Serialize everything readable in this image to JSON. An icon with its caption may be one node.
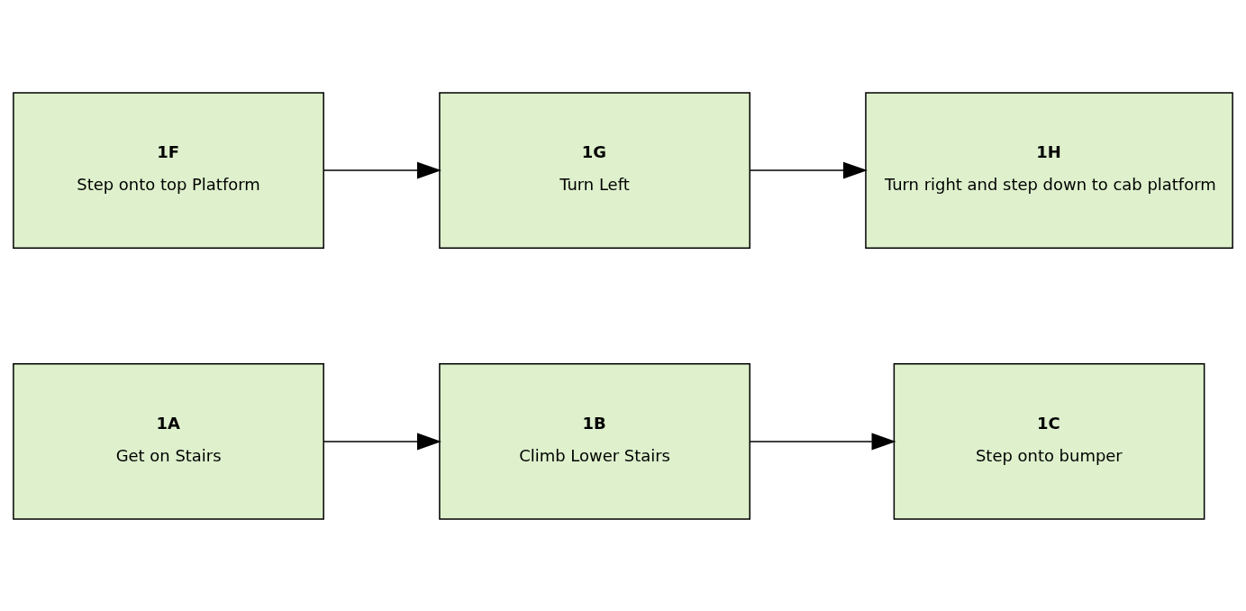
{
  "diagram": {
    "nodes": [
      {
        "text": [
          "1A",
          "Get on Stairs"
        ]
      },
      {
        "text": [
          "1B",
          "Climb Lower Stairs"
        ]
      },
      {
        "text": [
          "1C",
          "Step onto bumper"
        ]
      },
      {
        "text": [
          "1H",
          "Turn right and step down to cab platform"
        ]
      },
      {
        "text": [
          "1G",
          "Turn Left"
        ]
      },
      {
        "text": [
          "1F",
          "Step onto top Platform"
        ]
      }
    ],
    "edges": [
      {
        "from": 0,
        "to": 1,
        "arrow": "to"
      },
      {
        "from": 1,
        "to": 2,
        "arrow": "to"
      },
      {
        "from": 5,
        "to": 4,
        "arrow": "to"
      },
      {
        "from": 4,
        "to": 3,
        "arrow": "to"
      }
    ]
  }
}
